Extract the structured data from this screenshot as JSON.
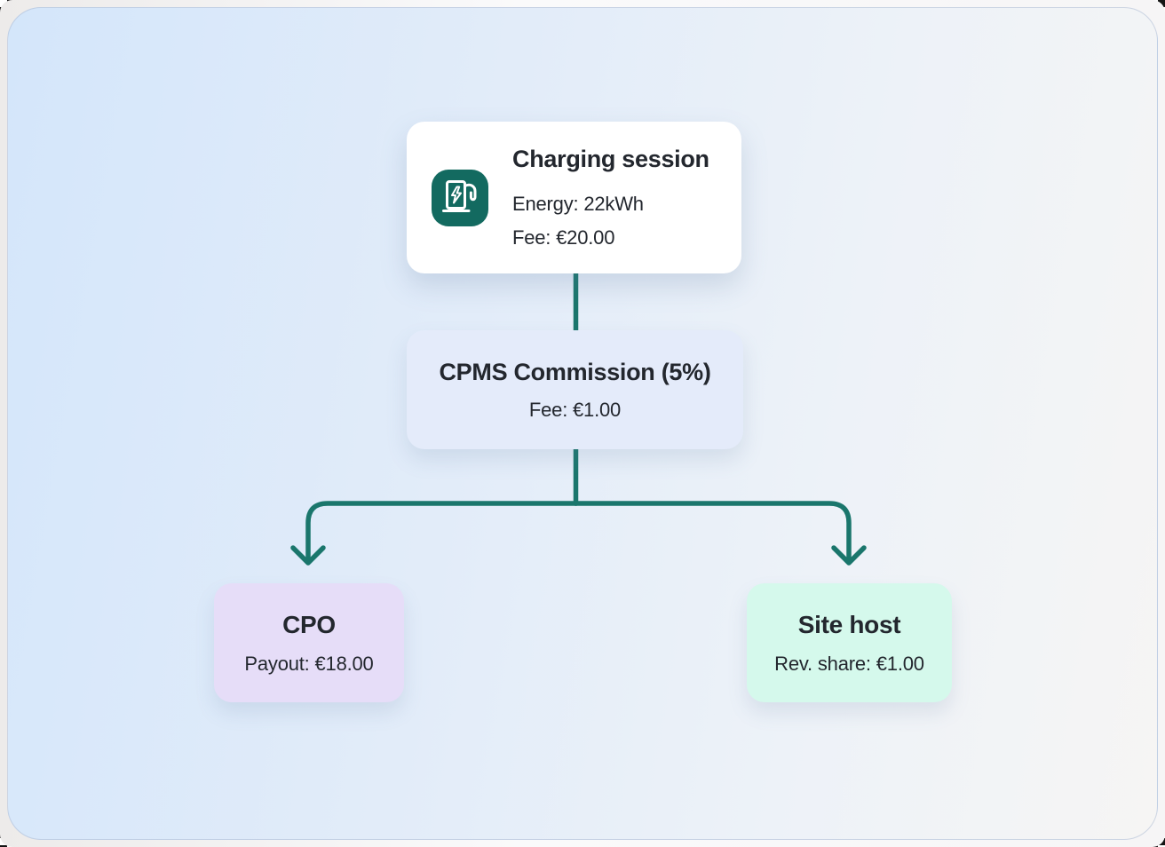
{
  "theme": {
    "accent_teal": "#136A60",
    "connector_teal": "#1A766C",
    "card_white": "#FFFFFF",
    "card_blue": "#E4EBFA",
    "card_purple": "#E6DDF8",
    "card_mint": "#D5F9EC",
    "text_dark": "#23272E",
    "bg_start": "#D4E6FA",
    "bg_end": "#F6F5F4"
  },
  "diagram": {
    "charging_session": {
      "icon": "ev-charger-icon",
      "title": "Charging session",
      "energy": "Energy: 22kWh",
      "fee": "Fee: €20.00"
    },
    "cpms_commission": {
      "title": "CPMS Commission (5%)",
      "fee": "Fee: €1.00"
    },
    "cpo": {
      "title": "CPO",
      "payout": "Payout: €18.00"
    },
    "site_host": {
      "title": "Site host",
      "rev_share": "Rev. share: €1.00"
    }
  }
}
